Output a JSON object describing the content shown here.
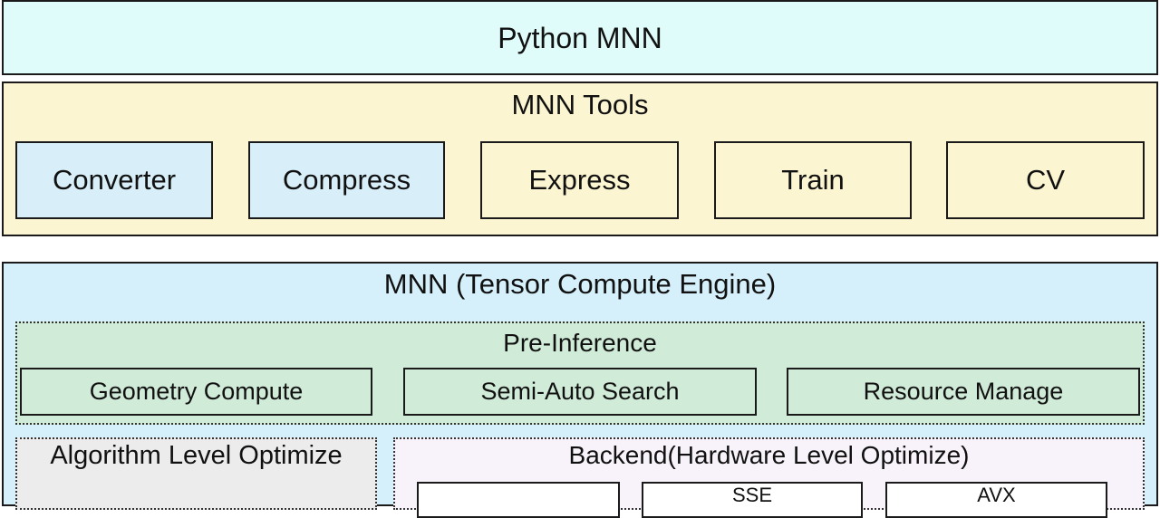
{
  "python": {
    "title": "Python MNN"
  },
  "tools": {
    "title": "MNN Tools",
    "items": [
      "Converter",
      "Compress",
      "Express",
      "Train",
      "CV"
    ]
  },
  "engine": {
    "title": "MNN (Tensor Compute Engine)",
    "pre_inference": {
      "title": "Pre-Inference",
      "items": [
        "Geometry Compute",
        "Semi-Auto Search",
        "Resource Manage"
      ]
    },
    "algorithm": {
      "title": "Algorithm Level Optimize"
    },
    "backend": {
      "title": "Backend(Hardware Level Optimize)",
      "items": [
        "",
        "SSE",
        "AVX"
      ]
    }
  },
  "colors": {
    "python": "#e0fcfa",
    "tools": "#fcf5d2",
    "tool_blue": "#d8eff9",
    "engine": "#d5f0fa",
    "pre_inference": "#d0ebd8",
    "algorithm": "#ececec",
    "backend": "#f8f3fa"
  }
}
